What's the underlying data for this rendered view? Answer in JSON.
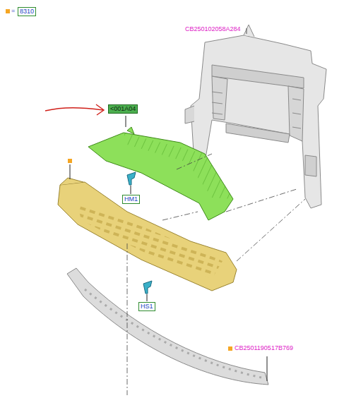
{
  "diagram": {
    "nodes": [
      {
        "text": [
          "8310"
        ]
      },
      {
        "text": [
          "<001A04"
        ]
      },
      {
        "text": [
          "HM1"
        ]
      },
      {
        "text": [
          "HS1"
        ]
      }
    ],
    "edges": [],
    "labels": [
      "=",
      "CB250102058A284",
      "CB2501190517B769"
    ]
  }
}
